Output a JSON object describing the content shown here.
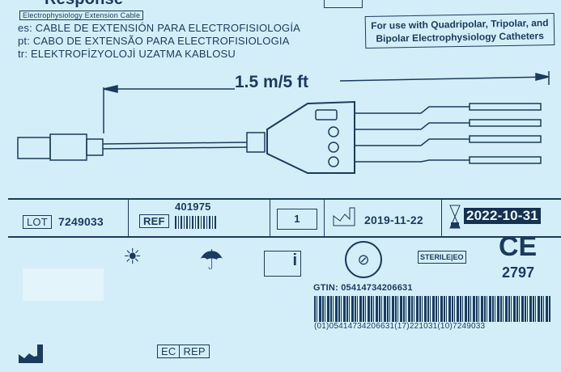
{
  "product": {
    "title_partial": "Response",
    "subtitle": "Electrophysiology Extension Cable",
    "translations": [
      "es: CABLE DE EXTENSIÓN PARA ELECTROFISIOLOGÍA",
      "pt: CABO DE EXTENSÃO PARA ELECTROFISIOLOGIA",
      "tr: ELEKTROFİZYOLOJİ UZATMA KABLOSU"
    ],
    "use_note": [
      "For use with Quadripolar, Tripolar, and",
      "Bipolar Electrophysiology Catheters"
    ]
  },
  "diagram": {
    "length": "1.5 m/5 ft"
  },
  "info_row": {
    "lot_label": "LOT",
    "lot": "7249033",
    "ref_label": "REF",
    "ref": "401975",
    "quantity": "1",
    "manufacture_date": "2019-11-22",
    "expiry_date": "2022-10-31"
  },
  "symbols": {
    "sterile": "STERILE",
    "sterile_method": "EO",
    "ce_number": "2797",
    "ec": "EC",
    "rep": "REP"
  },
  "barcode": {
    "gtin": "GTIN: 05414734206631",
    "hri": "(01)05414734206631(17)221031(10)7249033"
  },
  "colors": {
    "ink": "#1b3a5e",
    "background": "#d4eef9"
  }
}
